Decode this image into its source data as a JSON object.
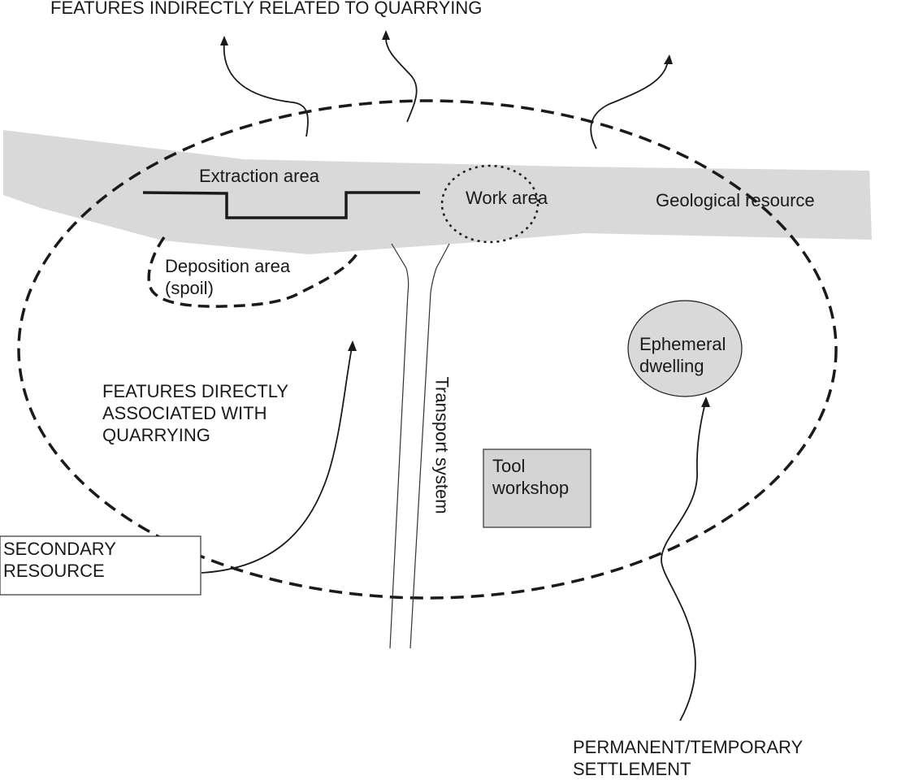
{
  "labels": {
    "indirect": "FEATURES INDIRECTLY RELATED TO QUARRYING",
    "extraction": "Extraction area",
    "work_area": "Work area",
    "geological": "Geological resource",
    "deposition_line1": "Deposition area",
    "deposition_line2": "(spoil)",
    "ephemeral_line1": "Ephemeral",
    "ephemeral_line2": "dwelling",
    "direct_line1": "FEATURES DIRECTLY",
    "direct_line2": "ASSOCIATED WITH",
    "direct_line3": "QUARRYING",
    "transport": "Transport system",
    "tool_line1": "Tool",
    "tool_line2": "workshop",
    "secondary_line1": "SECONDARY",
    "secondary_line2": "RESOURCE",
    "settlement_line1": "PERMANENT/TEMPORARY",
    "settlement_line2": "SETTLEMENT"
  },
  "colors": {
    "resource_band": "#d9d9d9",
    "stroke": "#1a1a1a",
    "dwelling_fill": "#d9d9d9",
    "workshop_fill": "#d4d4d4"
  }
}
